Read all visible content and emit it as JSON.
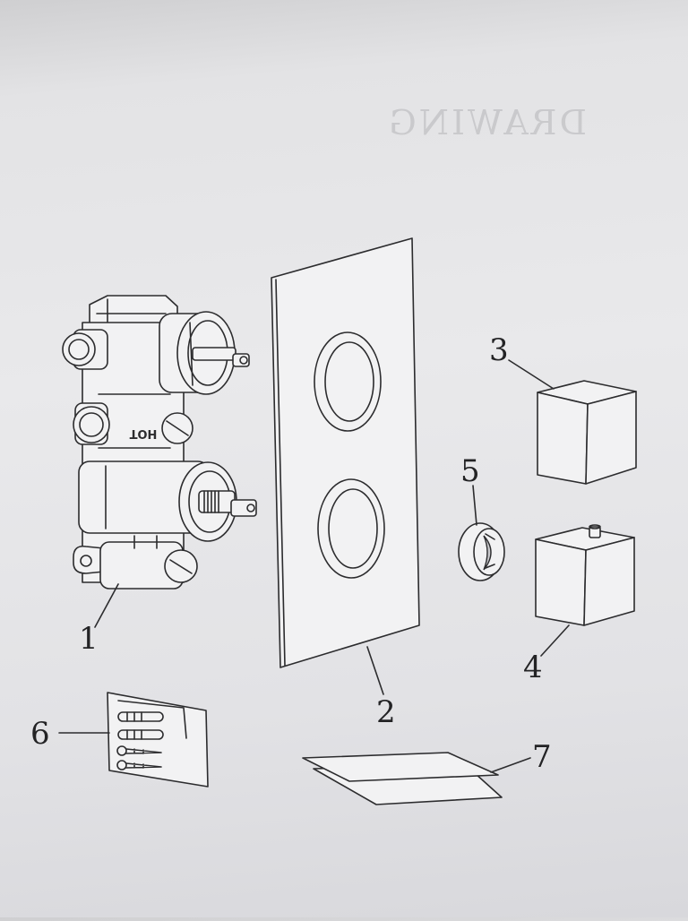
{
  "watermark_text": "DRAWING",
  "valve_marking": "HOT",
  "callouts": {
    "n1": "1",
    "n2": "2",
    "n3": "3",
    "n4": "4",
    "n5": "5",
    "n6": "6",
    "n7": "7"
  },
  "parts": [
    "valve-body",
    "cover-plate",
    "control-knob",
    "control-knob-with-pin",
    "flange-ring",
    "fixing-screws-pack",
    "instruction-leaflet"
  ],
  "colors": {
    "line": "#2c2c2e",
    "paper": "#e9e9eb",
    "fill": "#f2f2f3"
  }
}
